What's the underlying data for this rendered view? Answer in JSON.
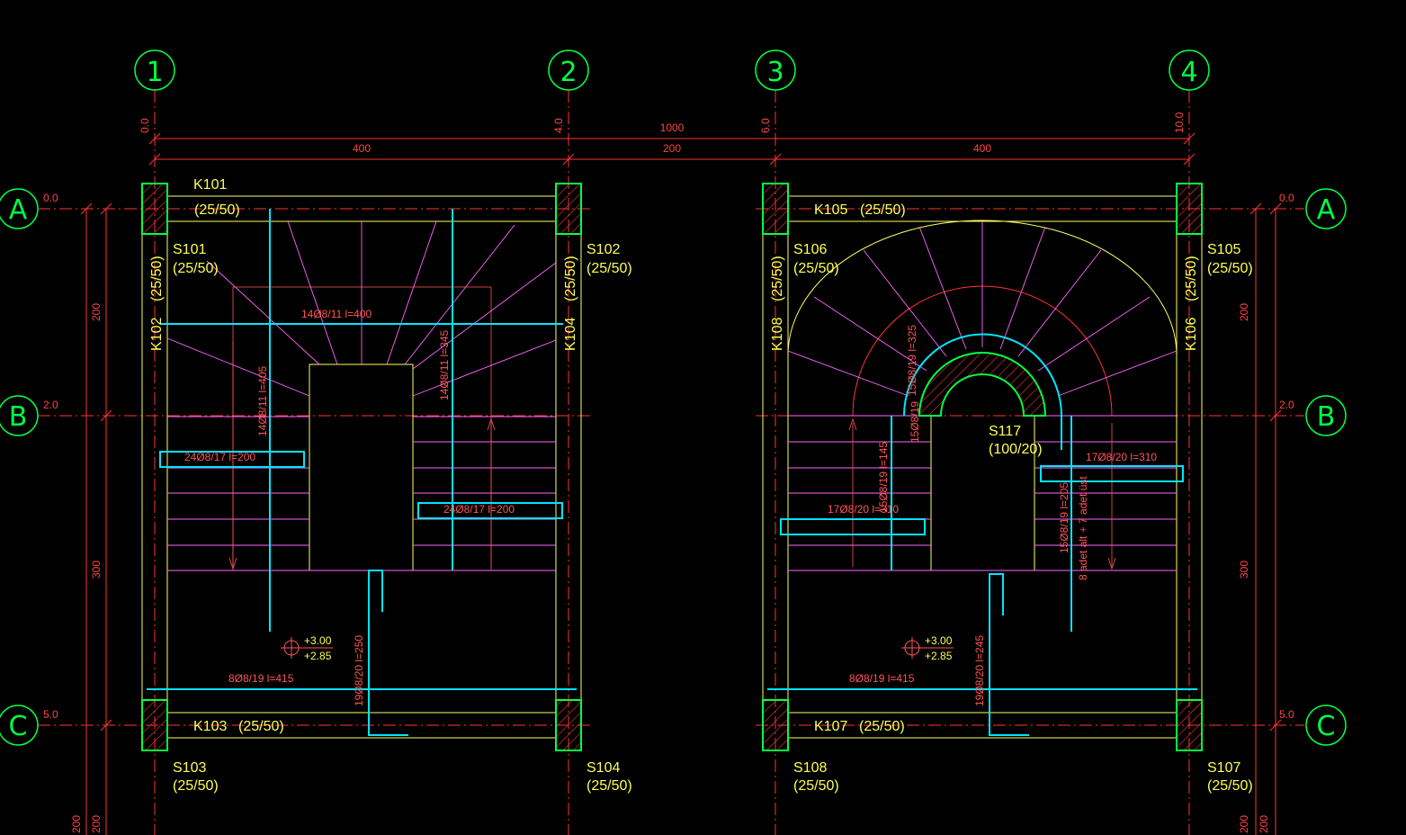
{
  "colors": {
    "background": "#000000",
    "grid_axis": "#ff3333",
    "bubble": "#00ff44",
    "beam": "#ffff66",
    "label": "#ffff55",
    "dimension": "#ff4444",
    "rebar": "#00e5ff",
    "stair_line": "#ff66ff",
    "hatch": "#ff3333",
    "column_outline": "#00ff44",
    "stair_walk": "#ff66ff",
    "rebar_text": "#ff5555"
  },
  "grid_x": [
    {
      "label": "1",
      "offset": "0.0"
    },
    {
      "label": "2",
      "offset": "4.0"
    },
    {
      "label": "3",
      "offset": "6.0"
    },
    {
      "label": "4",
      "offset": "10.0"
    }
  ],
  "grid_y": [
    {
      "label": "A",
      "offset": "0.0"
    },
    {
      "label": "B",
      "offset": "2.0"
    },
    {
      "label": "C",
      "offset": "5.0"
    }
  ],
  "dims_top": {
    "total": "1000",
    "left": "400",
    "mid": "200",
    "right": "400"
  },
  "dims_side": {
    "upper": "200",
    "lower": "300",
    "bottom_a": "200",
    "bottom_b": "200"
  },
  "left_plan": {
    "beams": {
      "k101": "K101",
      "k101_size": "(25/50)",
      "k102": "K102",
      "k102_size": "(25/50)",
      "k103": "K103",
      "k103_size": "(25/50)",
      "k104": "K104",
      "k104_size": "(25/50)"
    },
    "columns": {
      "s101": "S101",
      "s101_size": "(25/50)",
      "s102": "S102",
      "s102_size": "(25/50)",
      "s103": "S103",
      "s103_size": "(25/50)",
      "s104": "S104",
      "s104_size": "(25/50)"
    },
    "rebars": {
      "r1": "14Ø8/11   l=400",
      "r2": "14Ø8/11  l=405",
      "r3": "14Ø8/11  l=345",
      "r4": "24Ø8/17   l=200",
      "r5": "24Ø8/17   l=200",
      "r6": "8Ø8/19   l=415",
      "r7": "19Ø8/20   l=250"
    },
    "level_top": "+3.00",
    "level_bottom": "+2.85"
  },
  "right_plan": {
    "beams": {
      "k105": "K105",
      "k105_size": "(25/50)",
      "k106": "K106",
      "k106_size": "(25/50)",
      "k107": "K107",
      "k107_size": "(25/50)",
      "k108": "K108",
      "k108_size": "(25/50)"
    },
    "columns": {
      "s105": "S105",
      "s105_size": "(25/50)",
      "s106": "S106",
      "s106_size": "(25/50)",
      "s107": "S107",
      "s107_size": "(25/50)",
      "s108": "S108",
      "s108_size": "(25/50)",
      "s117": "S117",
      "s117_size": "(100/20)"
    },
    "rebars": {
      "r1": "17Ø8/20   l=310",
      "r2": "17Ø8/20   l=310",
      "r3": "15Ø8/19  l=145",
      "r4": "15Ø8/19  l=205",
      "r5": "15Ø8/19  l=325",
      "r6": "15Ø8/19",
      "r7": "8Ø8/19   l=415",
      "r8": "19Ø8/20   l=245",
      "r9": "8 adet alt + 7 adet üst"
    },
    "level_top": "+3.00",
    "level_bottom": "+2.85"
  }
}
